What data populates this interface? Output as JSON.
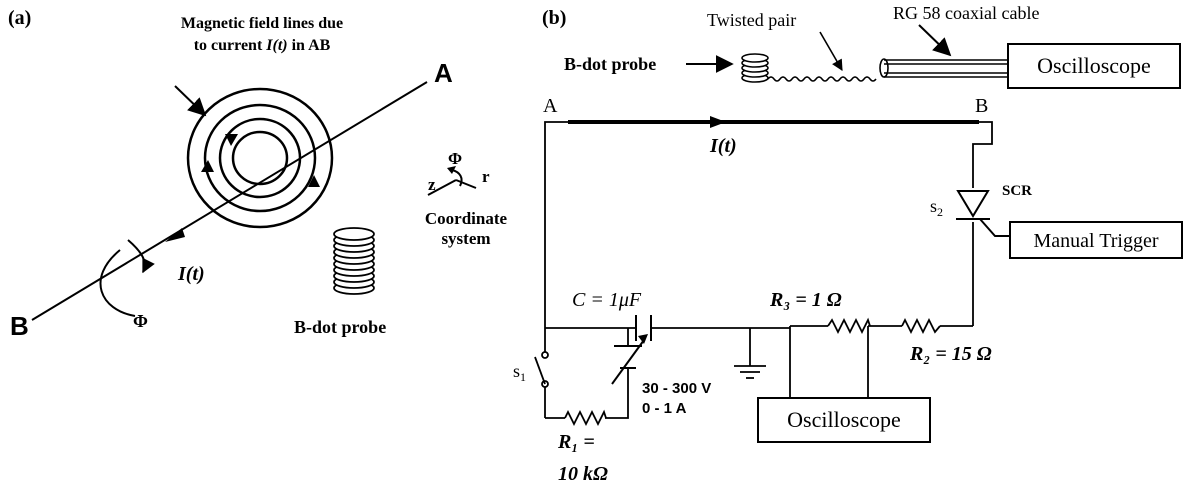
{
  "panel_a": {
    "label": "(a)",
    "field_label_line1": "Magnetic field lines due",
    "field_label_line2_prefix": "to current ",
    "field_label_line2_italic": "I(t)",
    "field_label_line2_suffix": " in AB",
    "point_a": "A",
    "point_b": "B",
    "current": "I(t)",
    "phi": "Φ",
    "probe_label": "B-dot probe",
    "coord_phi": "Φ",
    "coord_z": "z",
    "coord_r": "r",
    "coord_label_line1": "Coordinate",
    "coord_label_line2": "system"
  },
  "panel_b": {
    "label": "(b)",
    "probe_label": "B-dot probe",
    "twisted_pair": "Twisted  pair",
    "coax": "RG 58 coaxial cable",
    "scope_top": "Oscilloscope",
    "node_a": "A",
    "node_b": "B",
    "current": "I(t)",
    "scr": "SCR",
    "s2_main": "s",
    "s2_sub": "2",
    "trigger": "Manual Trigger",
    "cap_label": "C = 1μF",
    "r3_label": "R₃ = 1 Ω",
    "r2_label": "R₂ = 15 Ω",
    "s1_main": "s",
    "s1_sub": "1",
    "voltage": "30 - 300 V",
    "amps": "0 - 1 A",
    "r1_line1": "R₁ =",
    "r1_line2": "10 kΩ",
    "scope_bottom": "Oscilloscope"
  }
}
